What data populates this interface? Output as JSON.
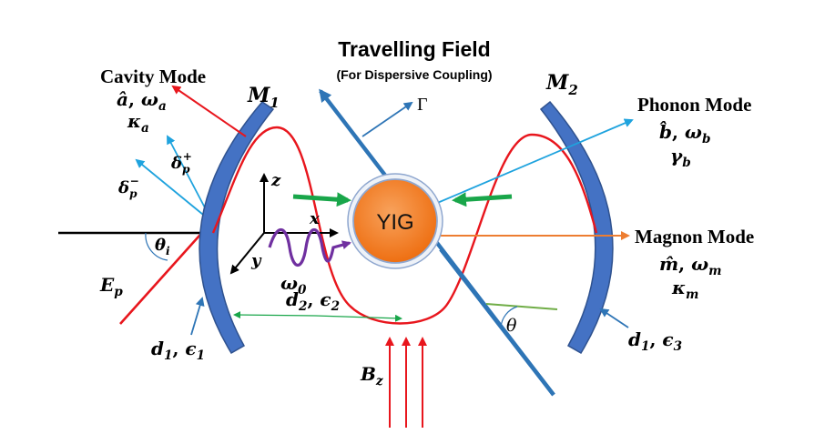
{
  "title": "Travelling Field",
  "subtitle": "(For Dispersive Coupling)",
  "yig_label": "YIG",
  "cavity": {
    "heading": "Cavity Mode",
    "operator": "â",
    "omega": "ω",
    "omega_sub": "a",
    "kappa": "κ",
    "kappa_sub": "a"
  },
  "phonon": {
    "heading": "Phonon Mode",
    "operator": "b̂",
    "omega": "ω",
    "omega_sub": "b",
    "gamma": "γ",
    "gamma_sub": "b"
  },
  "magnon": {
    "heading": "Magnon Mode",
    "operator": "m̂",
    "omega": "ω",
    "omega_sub": "m",
    "kappa": "κ",
    "kappa_sub": "m"
  },
  "mirrors": {
    "m1": "M",
    "m1_sub": "1",
    "m2": "M",
    "m2_sub": "2"
  },
  "gamma_label": "Γ",
  "delta_plus": {
    "sym": "δ",
    "sub": "p",
    "sup": "+"
  },
  "delta_minus": {
    "sym": "δ",
    "sub": "p",
    "sup": "−"
  },
  "axes": {
    "x": "x",
    "y": "y",
    "z": "z"
  },
  "theta_i": {
    "sym": "θ",
    "sub": "i"
  },
  "theta": "θ",
  "omega0": {
    "sym": "ω",
    "sub": "0"
  },
  "ep": {
    "sym": "E",
    "sub": "p"
  },
  "d1e1": {
    "d": "d",
    "d_sub": "1",
    "e": "ϵ",
    "e_sub": "1"
  },
  "d2e2": {
    "d": "d",
    "d_sub": "2",
    "e": "ϵ",
    "e_sub": "2"
  },
  "d1e3": {
    "d": "d",
    "d_sub": "1",
    "e": "ϵ",
    "e_sub": "3"
  },
  "bz": {
    "sym": "B",
    "sub": "z"
  },
  "colors": {
    "mirror": "#4472c4",
    "mirror_edge": "#2f528f",
    "standing_wave": "#e8161d",
    "light_blue": "#1fa3de",
    "steel_blue": "#2e75b6",
    "yig": "#f47b20",
    "green": "#19a64a",
    "purple": "#7030a0",
    "orange_arrow": "#ed7d31",
    "angle_green": "#70ad47"
  }
}
